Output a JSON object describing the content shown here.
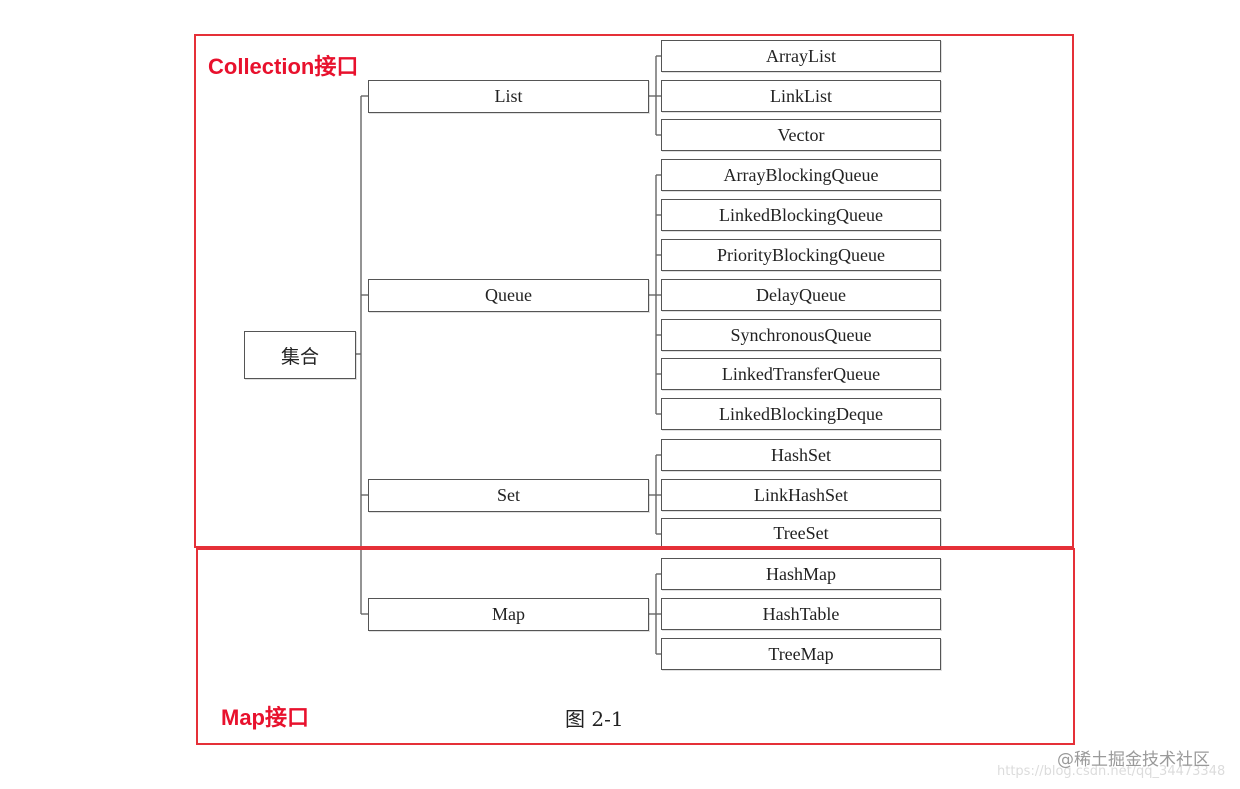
{
  "root": {
    "label": "集合"
  },
  "categories": [
    {
      "label": "List",
      "children": [
        "ArrayList",
        "LinkList",
        "Vector"
      ]
    },
    {
      "label": "Queue",
      "children": [
        "ArrayBlockingQueue",
        "LinkedBlockingQueue",
        "PriorityBlockingQueue",
        "DelayQueue",
        "SynchronousQueue",
        "LinkedTransferQueue",
        "LinkedBlockingDeque"
      ]
    },
    {
      "label": "Set",
      "children": [
        "HashSet",
        "LinkHashSet",
        "TreeSet"
      ]
    },
    {
      "label": "Map",
      "children": [
        "HashMap",
        "HashTable",
        "TreeMap"
      ]
    }
  ],
  "annotations": {
    "collection_label": "Collection接口",
    "map_label": "Map接口",
    "annotation_color": "#e8112d"
  },
  "caption": "图 2-1",
  "watermark": {
    "primary": "@稀土掘金技术社区",
    "secondary": "https://blog.csdn.net/qq_34473348"
  }
}
